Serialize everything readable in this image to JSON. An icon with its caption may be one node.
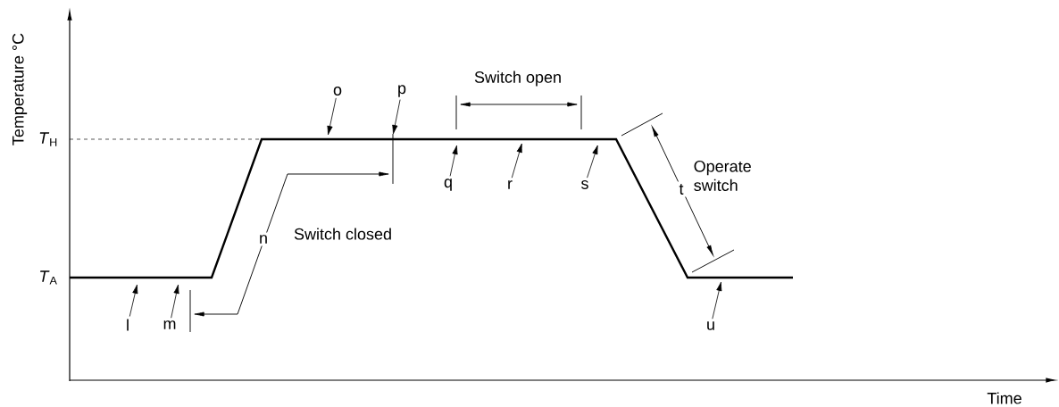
{
  "diagram": {
    "nodes": [
      {
        "text": [
          "l"
        ]
      },
      {
        "text": [
          "m"
        ]
      },
      {
        "text": [
          "o"
        ]
      },
      {
        "text": [
          "p"
        ]
      },
      {
        "text": [
          "q"
        ]
      },
      {
        "text": [
          "r"
        ]
      },
      {
        "text": [
          "s"
        ]
      },
      {
        "text": [
          "u"
        ]
      }
    ],
    "edges": [
      {
        "from": 0,
        "to": null,
        "arrow": "to"
      },
      {
        "from": 1,
        "to": null,
        "arrow": "to"
      },
      {
        "from": 2,
        "to": null,
        "arrow": "to"
      },
      {
        "from": 3,
        "to": null,
        "arrow": "to"
      },
      {
        "from": 4,
        "to": null,
        "arrow": "to"
      },
      {
        "from": 5,
        "to": null,
        "arrow": "to"
      },
      {
        "from": 6,
        "to": null,
        "arrow": "to"
      },
      {
        "from": 7,
        "to": null,
        "arrow": "to"
      }
    ],
    "labels": [
      "Temperature °C",
      "Switch open",
      "*T*$_{H}$",
      "Operate switch",
      "t",
      "n",
      "Switch closed",
      "*T*$_{A}$",
      "Time"
    ]
  }
}
